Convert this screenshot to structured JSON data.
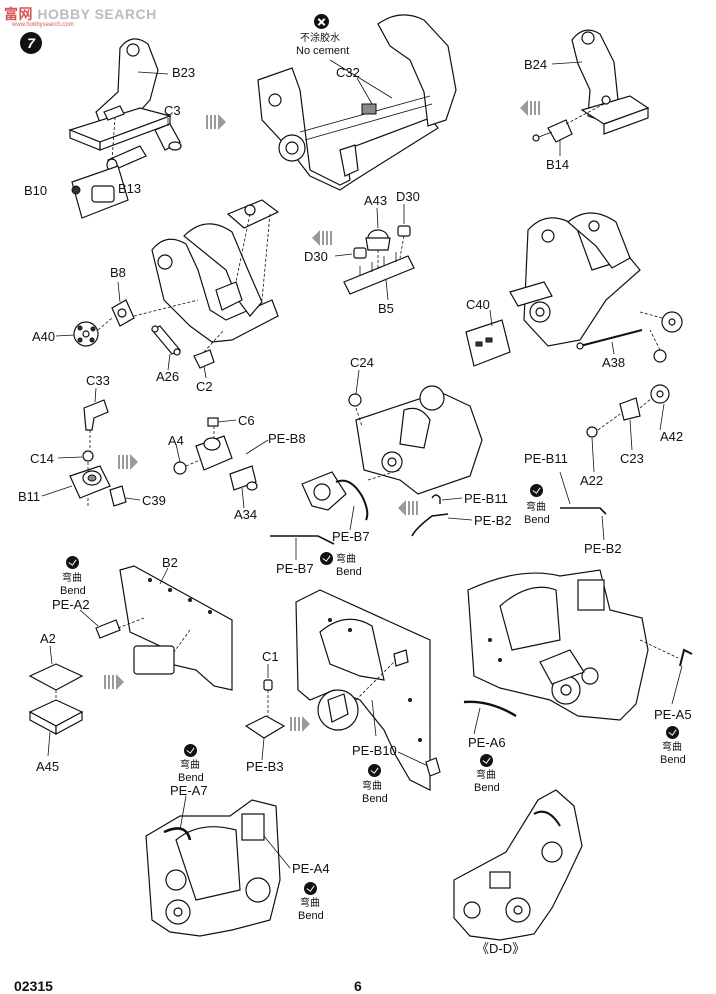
{
  "watermark": {
    "brand_left": "富",
    "brand_mid": "网",
    "brand_right": "HOBBY SEARCH",
    "sub": "www.hobbysearch.com"
  },
  "step_number": "7",
  "no_cement": {
    "cn": "不涂胶水",
    "en": "No cement"
  },
  "bend": {
    "cn": "弯曲",
    "en": "Bend"
  },
  "section_view": "《D-D》",
  "footer": {
    "code": "02315",
    "page": "6"
  },
  "parts": {
    "b23": "B23",
    "c3": "C3",
    "b10": "B10",
    "b13": "B13",
    "c32": "C32",
    "b24": "B24",
    "b14": "B14",
    "a43": "A43",
    "d30_top": "D30",
    "d30_left": "D30",
    "b5": "B5",
    "b8": "B8",
    "a40": "A40",
    "a26": "A26",
    "c2": "C2",
    "c40": "C40",
    "a38": "A38",
    "c33": "C33",
    "c14": "C14",
    "b11": "B11",
    "c39": "C39",
    "c6": "C6",
    "a4": "A4",
    "pe_b8": "PE-B8",
    "a34": "A34",
    "c24": "C24",
    "pe_b7": "PE-B7",
    "pe_b7_b": "PE-B7",
    "pe_b11": "PE-B11",
    "pe_b2": "PE-B2",
    "a42": "A42",
    "c23": "C23",
    "a22": "A22",
    "pe_b11_b": "PE-B11",
    "pe_b2_b": "PE-B2",
    "b2": "B2",
    "pe_a2": "PE-A2",
    "a2": "A2",
    "a45": "A45",
    "c1": "C1",
    "pe_b3": "PE-B3",
    "pe_b10": "PE-B10",
    "pe_a6": "PE-A6",
    "pe_a5": "PE-A5",
    "pe_a7": "PE-A7",
    "pe_a4": "PE-A4"
  }
}
